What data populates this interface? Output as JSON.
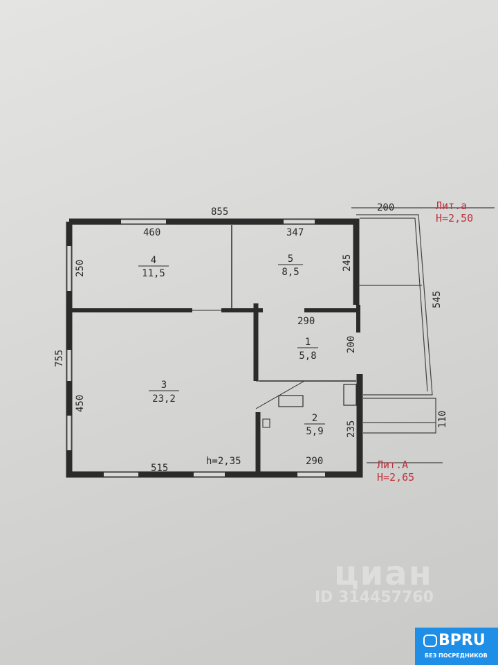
{
  "plan": {
    "dimensions": {
      "top_total": "855",
      "top_left": "460",
      "top_right": "347",
      "left_upper": "250",
      "left_total": "755",
      "left_lower": "450",
      "room5_right": "245",
      "room1_top": "290",
      "room1_right": "200",
      "room2_right": "235",
      "bottom_left": "515",
      "bottom_right": "290",
      "annex_top": "200",
      "annex_side": "545",
      "porch": "110"
    },
    "rooms": [
      {
        "number": "1",
        "area": "5,8"
      },
      {
        "number": "2",
        "area": "5,9"
      },
      {
        "number": "3",
        "area": "23,2"
      },
      {
        "number": "4",
        "area": "11,5"
      },
      {
        "number": "5",
        "area": "8,5"
      }
    ],
    "room3_height": "h=2,35",
    "annex_label": {
      "name": "Лит.а",
      "height": "H=2,50"
    },
    "main_label": {
      "name": "Лит.А",
      "height": "H=2,65"
    }
  },
  "watermark": {
    "brand": "циан",
    "id": "ID 314457760"
  },
  "logo": {
    "name": "BPRU",
    "tagline": "БЕЗ ПОСРЕДНИКОВ"
  },
  "colors": {
    "walls": "#2b2b2b",
    "red_labels": "#c0303a",
    "logo_bg": "#1f8ee6"
  }
}
